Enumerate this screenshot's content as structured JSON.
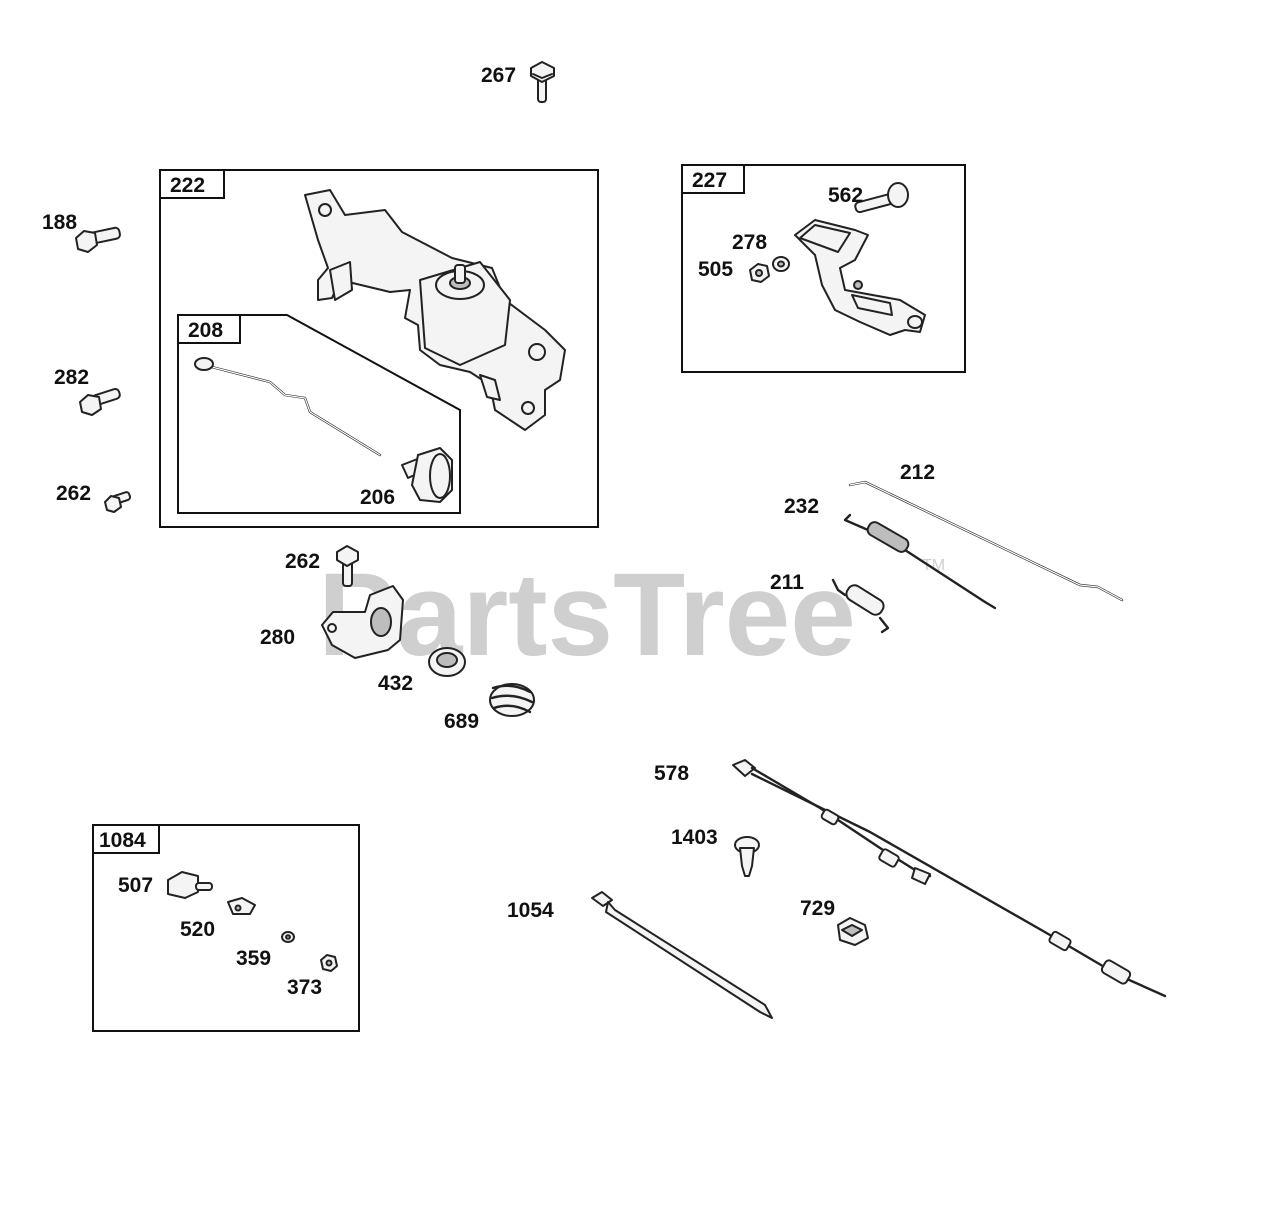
{
  "watermark": {
    "text": "PartsTree",
    "trademark": "TM"
  },
  "groups": [
    {
      "id": "222",
      "label": "222"
    },
    {
      "id": "208",
      "label": "208"
    },
    {
      "id": "227",
      "label": "227"
    },
    {
      "id": "1084",
      "label": "1084"
    }
  ],
  "labels": {
    "p267": "267",
    "p188": "188",
    "p282": "282",
    "p262a": "262",
    "p206": "206",
    "p562": "562",
    "p278": "278",
    "p505": "505",
    "p212": "212",
    "p232": "232",
    "p211": "211",
    "p262b": "262",
    "p280": "280",
    "p432": "432",
    "p689": "689",
    "p578": "578",
    "p1403": "1403",
    "p729": "729",
    "p1054": "1054",
    "p507": "507",
    "p520": "520",
    "p359": "359",
    "p373": "373"
  }
}
